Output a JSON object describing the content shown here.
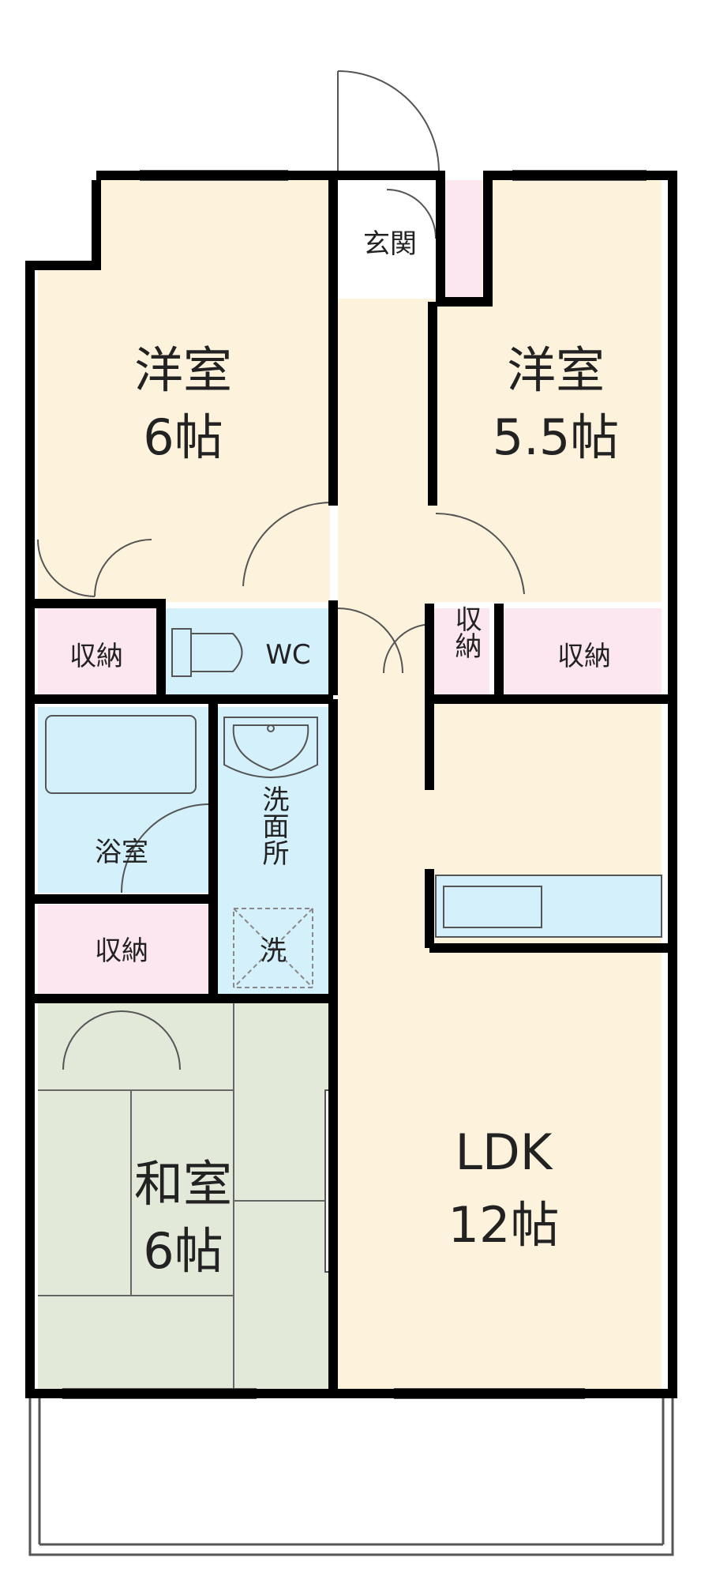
{
  "rooms": {
    "western_left": {
      "name": "洋室",
      "size": "6帖"
    },
    "western_right": {
      "name": "洋室",
      "size": "5.5帖"
    },
    "japanese": {
      "name": "和室",
      "size": "6帖"
    },
    "ldk": {
      "name": "LDK",
      "size": "12帖"
    },
    "entrance": {
      "name": "玄関"
    },
    "wc": {
      "name": "WC"
    },
    "bath": {
      "name": "浴室"
    },
    "washroom": {
      "name": "洗面所"
    },
    "laundry": {
      "name": "洗"
    },
    "storage_left": {
      "name": "収納"
    },
    "storage_right": {
      "name": "収納"
    },
    "storage_small": {
      "name": "収納"
    },
    "storage_mid": {
      "name": "収納"
    }
  },
  "colors": {
    "western": "#fdf3dc",
    "wet": "#d4f0fb",
    "storage": "#fce6ef",
    "tatami": "#e2e9d9",
    "wall": "#000000"
  }
}
